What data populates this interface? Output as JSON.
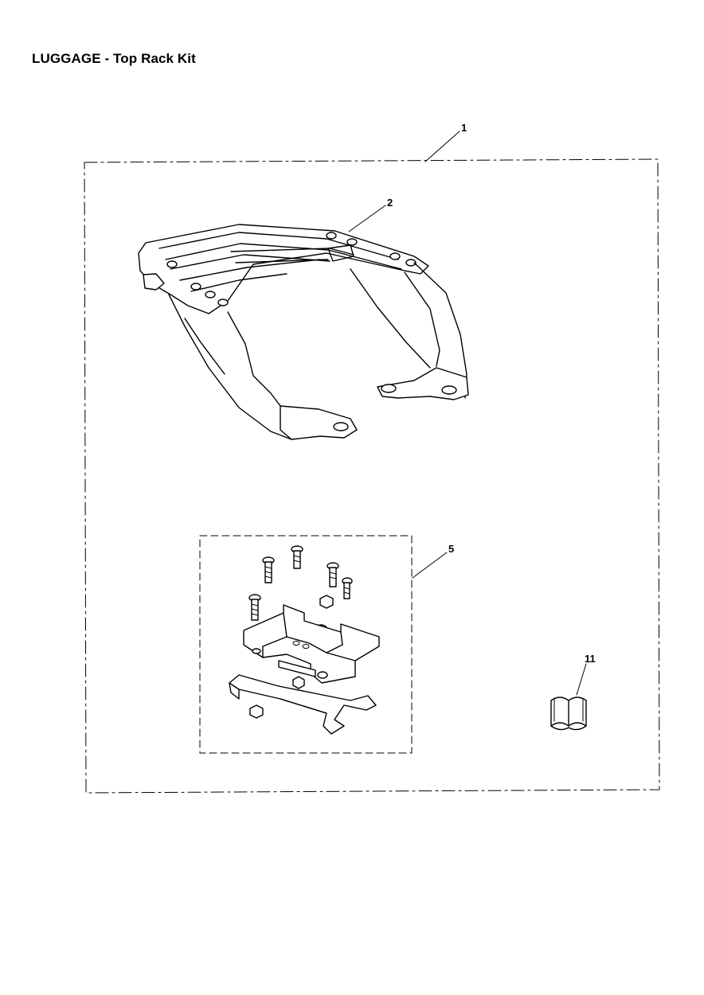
{
  "header": {
    "title": "LUGGAGE - Top Rack Kit"
  },
  "callouts": {
    "kit": "1",
    "rack": "2",
    "fitting_kit": "5",
    "instructions": "11"
  },
  "icons": {
    "rack": "top-rack-icon",
    "fitting_kit": "fitting-kit-icon",
    "instructions": "instruction-book-icon"
  },
  "colors": {
    "ink": "#000000",
    "paper": "#ffffff"
  }
}
